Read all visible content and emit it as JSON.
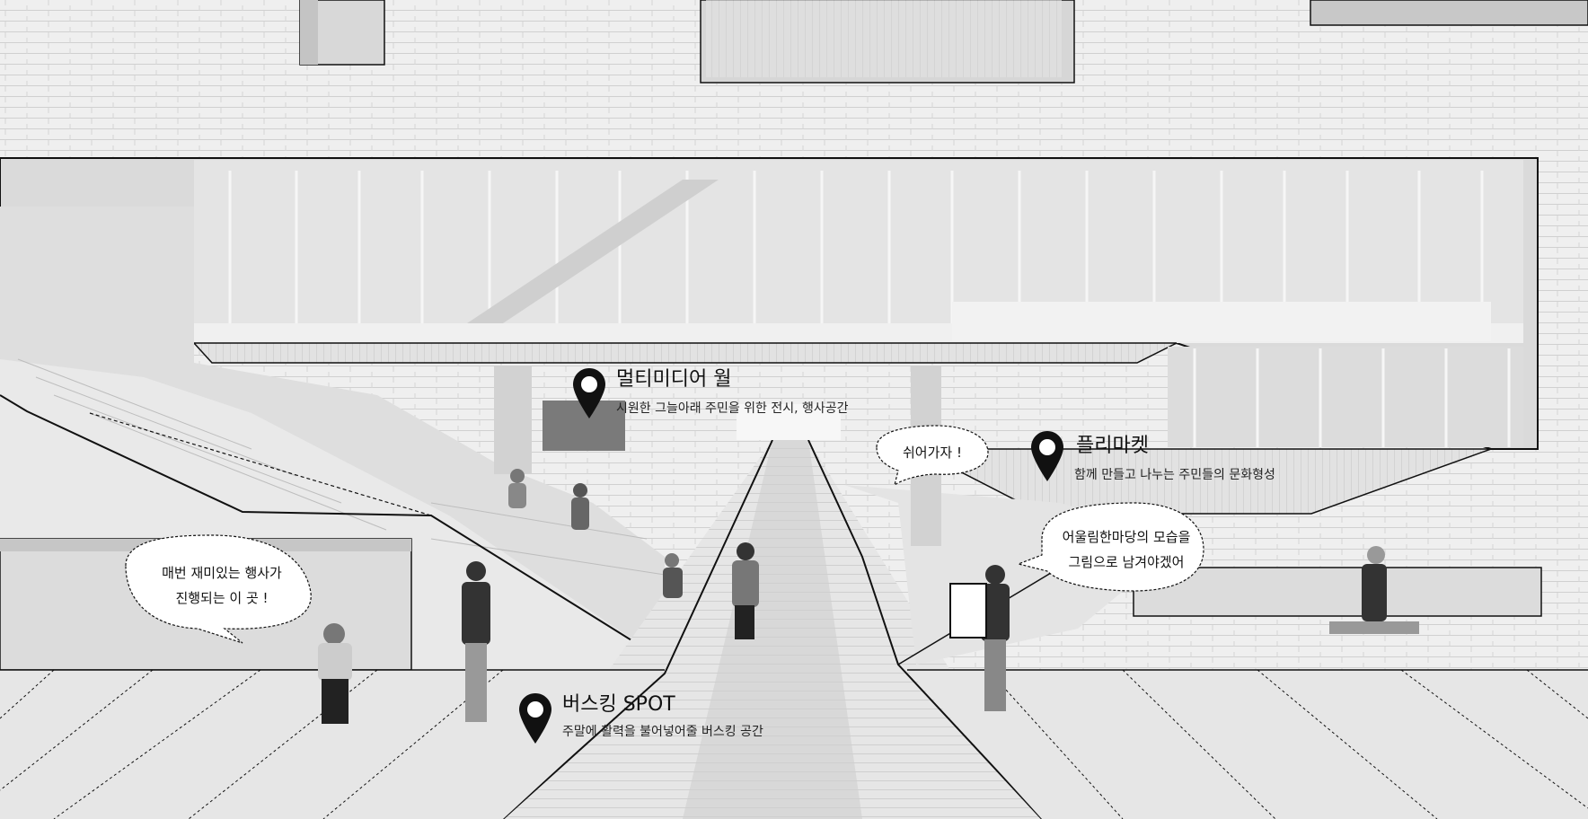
{
  "labels": {
    "multimedia": {
      "icon": "map-pin-icon",
      "title": "멀티미디어 월",
      "subtitle": "시원한 그늘아래 주민을 위한 전시, 행사공간"
    },
    "flea_market": {
      "icon": "map-pin-icon",
      "title": "플리마켓",
      "subtitle": "함께 만들고 나누는 주민들의 문화형성"
    },
    "busking": {
      "icon": "map-pin-icon",
      "title": "버스킹 SPOT",
      "subtitle": "주말에 활력을 불어넣어줄 버스킹 공간"
    }
  },
  "bubbles": {
    "events": {
      "line1": "매번 재미있는 행사가",
      "line2": "진행되는 이 곳 !"
    },
    "rest": {
      "line1": "쉬어가자 !"
    },
    "drawing": {
      "line1": "어울림한마당의 모습을",
      "line2": "그림으로 남겨야겠어"
    }
  },
  "colors": {
    "wall": "#efefef",
    "brick_line": "#d2d2d2",
    "glass": "#d9d9d9",
    "ink": "#111111"
  }
}
